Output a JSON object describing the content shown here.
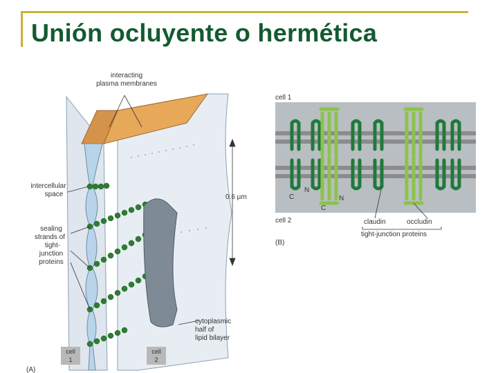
{
  "slide": {
    "title": "Unión ocluyente o hermética"
  },
  "panel_a": {
    "label_interacting_1": "interacting",
    "label_interacting_2": "plasma membranes",
    "label_intercellular_1": "intercellular",
    "label_intercellular_2": "space",
    "label_sealing_1": "sealing",
    "label_sealing_2": "strands of",
    "label_sealing_3": "tight-",
    "label_sealing_4": "junction",
    "label_sealing_5": "proteins",
    "label_scale": "0.6 µm",
    "label_cyto_1": "cytoplasmic",
    "label_cyto_2": "half of",
    "label_cyto_3": "lipid bilayer",
    "label_cell1_a": "cell",
    "label_cell1_b": "1",
    "label_cell2_a": "cell",
    "label_cell2_b": "2",
    "panel_letter": "(A)"
  },
  "panel_b": {
    "label_cell1": "cell 1",
    "label_cell2": "cell 2",
    "label_n1": "N",
    "label_c1": "C",
    "label_c2": "C",
    "label_n2": "N",
    "label_claudin": "claudin",
    "label_occludin": "occludin",
    "label_tjp": "tight-junction proteins",
    "panel_letter": "(B)"
  },
  "colors": {
    "title": "#145a32",
    "frame": "#c9b23a",
    "strand_green": "#2e7d32",
    "claudin_dark": "#1f7a3a",
    "occludin_light": "#8bc34a",
    "membrane_gray": "#8c8c8c"
  }
}
